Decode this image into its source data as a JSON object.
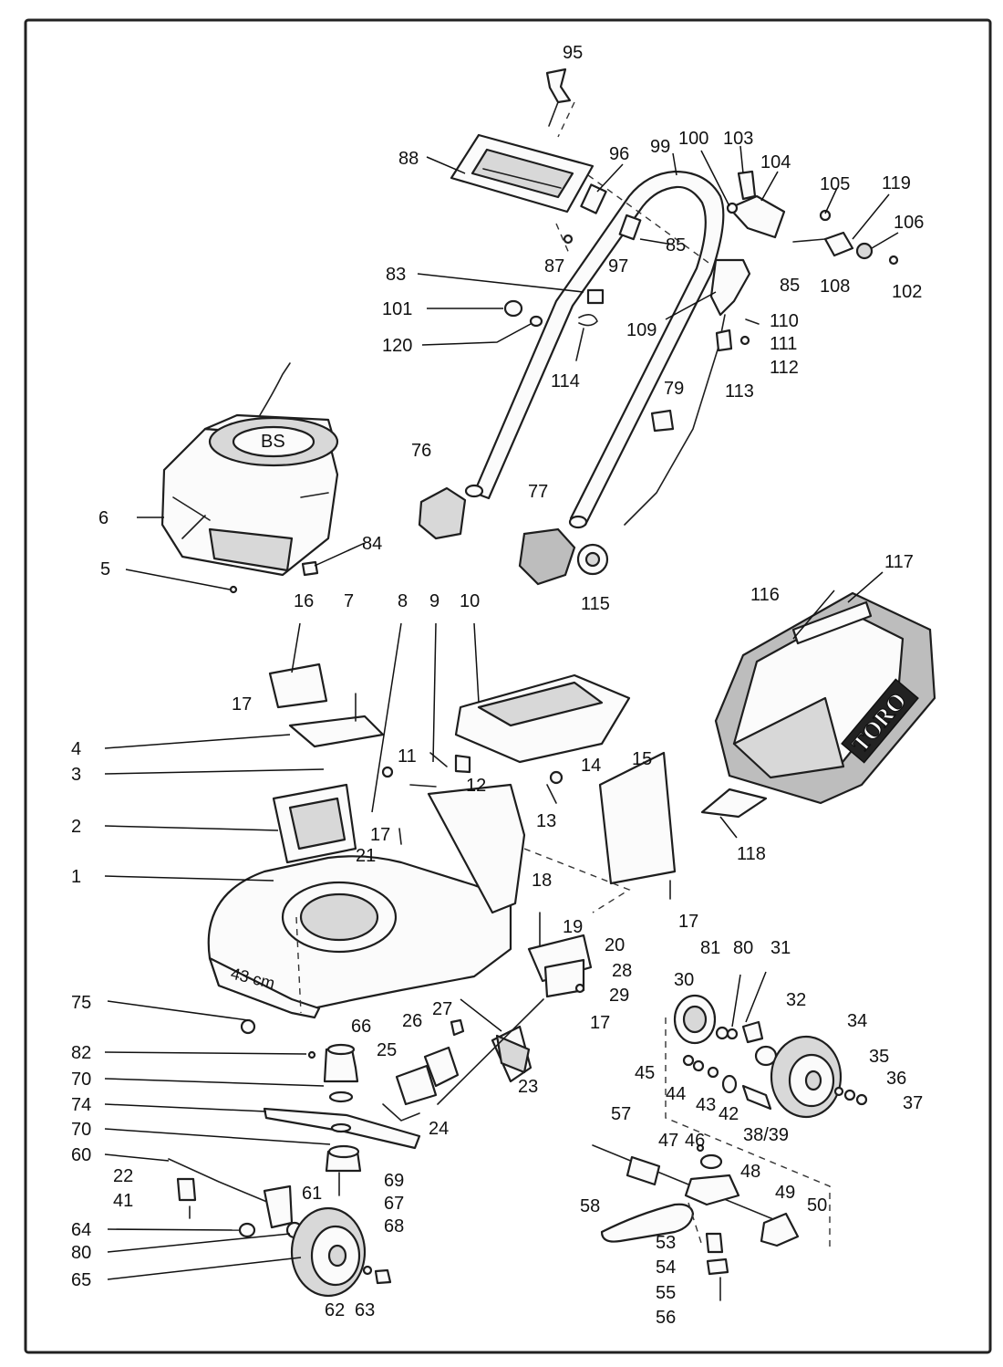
{
  "brand_text": "TORO",
  "deck_marking": "43 cm",
  "callouts": [
    {
      "id": "c95",
      "text": "95"
    },
    {
      "id": "c88",
      "text": "88"
    },
    {
      "id": "c96",
      "text": "96"
    },
    {
      "id": "c99",
      "text": "99"
    },
    {
      "id": "c100",
      "text": "100"
    },
    {
      "id": "c103",
      "text": "103"
    },
    {
      "id": "c104",
      "text": "104"
    },
    {
      "id": "c105",
      "text": "105"
    },
    {
      "id": "c119",
      "text": "119"
    },
    {
      "id": "c106",
      "text": "106"
    },
    {
      "id": "c87",
      "text": "87"
    },
    {
      "id": "c97",
      "text": "97"
    },
    {
      "id": "c85a",
      "text": "85"
    },
    {
      "id": "c108",
      "text": "108"
    },
    {
      "id": "c102",
      "text": "102"
    },
    {
      "id": "c83",
      "text": "83"
    },
    {
      "id": "c85b",
      "text": "85"
    },
    {
      "id": "c101",
      "text": "101"
    },
    {
      "id": "c109",
      "text": "109"
    },
    {
      "id": "c110",
      "text": "110"
    },
    {
      "id": "c120",
      "text": "120"
    },
    {
      "id": "c111",
      "text": "111"
    },
    {
      "id": "c112",
      "text": "112"
    },
    {
      "id": "c114",
      "text": "114"
    },
    {
      "id": "c113",
      "text": "113"
    },
    {
      "id": "c79",
      "text": "79"
    },
    {
      "id": "c76",
      "text": "76"
    },
    {
      "id": "c77",
      "text": "77"
    },
    {
      "id": "c6",
      "text": "6"
    },
    {
      "id": "c84",
      "text": "84"
    },
    {
      "id": "c5",
      "text": "5"
    },
    {
      "id": "c115",
      "text": "115"
    },
    {
      "id": "c117",
      "text": "117"
    },
    {
      "id": "c116",
      "text": "116"
    },
    {
      "id": "c16",
      "text": "16"
    },
    {
      "id": "c7",
      "text": "7"
    },
    {
      "id": "c8",
      "text": "8"
    },
    {
      "id": "c9",
      "text": "9"
    },
    {
      "id": "c10",
      "text": "10"
    },
    {
      "id": "c17a",
      "text": "17"
    },
    {
      "id": "c4",
      "text": "4"
    },
    {
      "id": "c11",
      "text": "11"
    },
    {
      "id": "c14",
      "text": "14"
    },
    {
      "id": "c15",
      "text": "15"
    },
    {
      "id": "c3",
      "text": "3"
    },
    {
      "id": "c12",
      "text": "12"
    },
    {
      "id": "c13",
      "text": "13"
    },
    {
      "id": "c2",
      "text": "2"
    },
    {
      "id": "c17b",
      "text": "17"
    },
    {
      "id": "c21",
      "text": "21"
    },
    {
      "id": "c118",
      "text": "118"
    },
    {
      "id": "c1",
      "text": "1"
    },
    {
      "id": "c18",
      "text": "18"
    },
    {
      "id": "c17c",
      "text": "17"
    },
    {
      "id": "c19",
      "text": "19"
    },
    {
      "id": "c81",
      "text": "81"
    },
    {
      "id": "c80a",
      "text": "80"
    },
    {
      "id": "c31",
      "text": "31"
    },
    {
      "id": "c20",
      "text": "20"
    },
    {
      "id": "c28",
      "text": "28"
    },
    {
      "id": "c30",
      "text": "30"
    },
    {
      "id": "c29",
      "text": "29"
    },
    {
      "id": "c75",
      "text": "75"
    },
    {
      "id": "c27",
      "text": "27"
    },
    {
      "id": "c32",
      "text": "32"
    },
    {
      "id": "c17d",
      "text": "17"
    },
    {
      "id": "c26",
      "text": "26"
    },
    {
      "id": "c34",
      "text": "34"
    },
    {
      "id": "c66",
      "text": "66"
    },
    {
      "id": "c82",
      "text": "82"
    },
    {
      "id": "c25",
      "text": "25"
    },
    {
      "id": "c35",
      "text": "35"
    },
    {
      "id": "c45",
      "text": "45"
    },
    {
      "id": "c36",
      "text": "36"
    },
    {
      "id": "c70a",
      "text": "70"
    },
    {
      "id": "c23",
      "text": "23"
    },
    {
      "id": "c44",
      "text": "44"
    },
    {
      "id": "c43",
      "text": "43"
    },
    {
      "id": "c42",
      "text": "42"
    },
    {
      "id": "c37",
      "text": "37"
    },
    {
      "id": "c74",
      "text": "74"
    },
    {
      "id": "c38_39",
      "text": "38/39"
    },
    {
      "id": "c24",
      "text": "24"
    },
    {
      "id": "c70b",
      "text": "70"
    },
    {
      "id": "c57",
      "text": "57"
    },
    {
      "id": "c47",
      "text": "47"
    },
    {
      "id": "c46",
      "text": "46"
    },
    {
      "id": "c60",
      "text": "60"
    },
    {
      "id": "c69",
      "text": "69"
    },
    {
      "id": "c48",
      "text": "48"
    },
    {
      "id": "c22",
      "text": "22"
    },
    {
      "id": "c67",
      "text": "67"
    },
    {
      "id": "c49",
      "text": "49"
    },
    {
      "id": "c61",
      "text": "61"
    },
    {
      "id": "c41",
      "text": "41"
    },
    {
      "id": "c58",
      "text": "58"
    },
    {
      "id": "c50",
      "text": "50"
    },
    {
      "id": "c68",
      "text": "68"
    },
    {
      "id": "c64",
      "text": "64"
    },
    {
      "id": "c53",
      "text": "53"
    },
    {
      "id": "c80b",
      "text": "80"
    },
    {
      "id": "c54",
      "text": "54"
    },
    {
      "id": "c65",
      "text": "65"
    },
    {
      "id": "c55",
      "text": "55"
    },
    {
      "id": "c62",
      "text": "62"
    },
    {
      "id": "c63",
      "text": "63"
    },
    {
      "id": "c56",
      "text": "56"
    }
  ]
}
